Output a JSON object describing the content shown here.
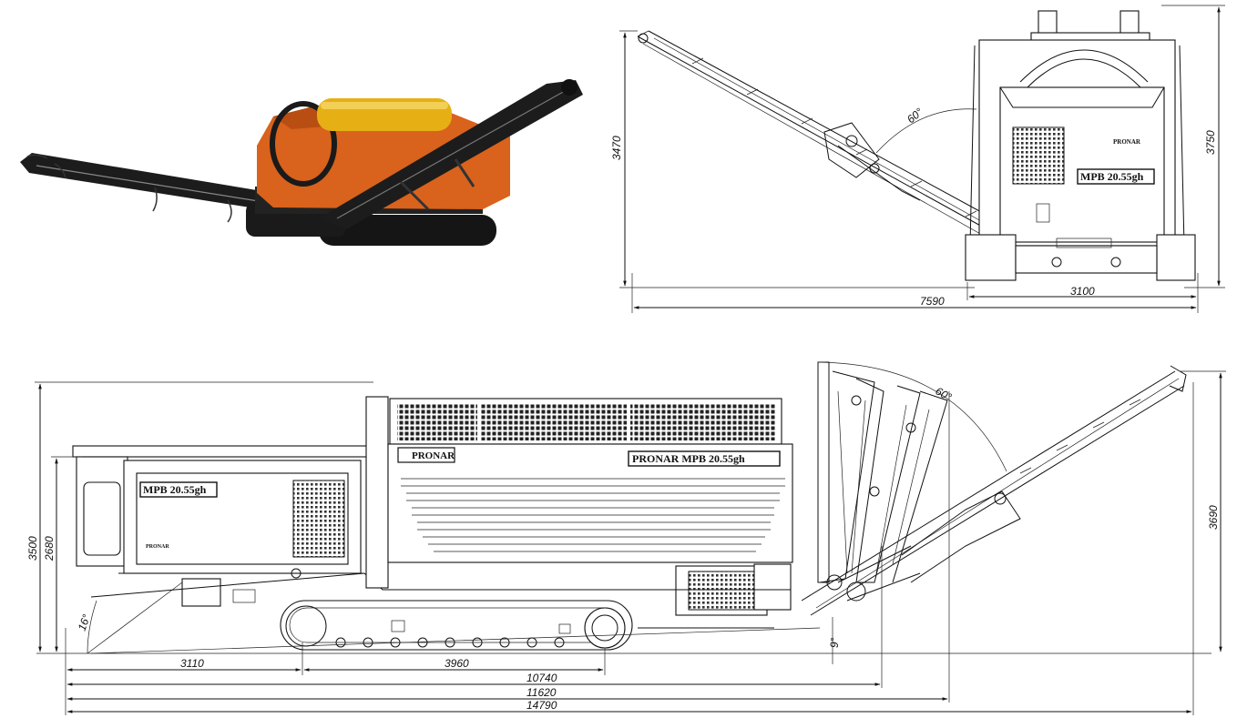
{
  "photo": {
    "body_color": "#d9621c",
    "drum_color": "#e6b015",
    "frame_color": "#1c1c1c"
  },
  "front_view": {
    "dimensions": {
      "height_left": "3470",
      "height_right": "3750",
      "width_total": "7590",
      "width_base": "3100",
      "angle": "60°"
    },
    "labels": {
      "model": "MPB 20.55gh",
      "brand": "PRONAR"
    }
  },
  "side_view": {
    "dimensions": {
      "height_total": "3500",
      "height_body": "2680",
      "height_right": "3690",
      "angle_left": "16°",
      "angle_bottom": "9°",
      "angle_top": "60°",
      "len_3110": "3110",
      "len_3960": "3960",
      "len_10740": "10740",
      "len_11620": "11620",
      "len_14790": "14790"
    },
    "labels": {
      "model_left": "MPB 20.55gh",
      "brand_model": "PRONAR MPB 20.55gh",
      "brand": "PRONAR",
      "small_brand": "PRONAR"
    }
  }
}
